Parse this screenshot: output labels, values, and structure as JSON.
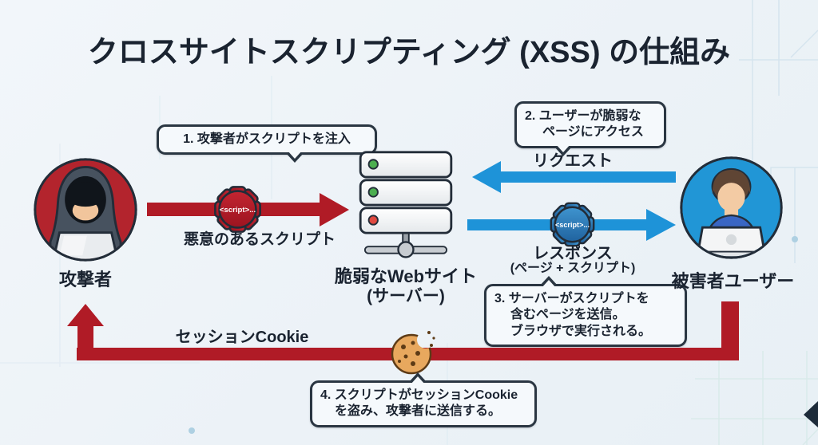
{
  "title": "クロスサイトスクリプティング (XSS) の仕組み",
  "steps": {
    "step1": "1. 攻撃者がスクリプトを注入",
    "step2_line1": "2. ユーザーが脆弱な",
    "step2_line2": "ページにアクセス",
    "step3_line1": "3. サーバーがスクリプトを",
    "step3_line2": "含むページを送信。",
    "step3_line3": "ブラウザで実行される。",
    "step4_line1": "4. スクリプトがセッションCookie",
    "step4_line2": "を盗み、攻撃者に送信する。"
  },
  "actors": {
    "attacker_label": "攻撃者",
    "server_label_line1": "脆弱なWebサイト",
    "server_label_line2": "(サーバー)",
    "victim_label": "被害者ユーザー"
  },
  "flows": {
    "malicious_script_label": "悪意のあるスクリプト",
    "request_label": "リクエスト",
    "response_label_line1": "レスポンス",
    "response_label_line2": "(ページ + スクリプト)",
    "session_cookie_label": "セッションCookie",
    "script_snippet": "<script>..."
  },
  "colors": {
    "attack_red": "#b01b26",
    "flow_blue": "#1e93d8",
    "outline_dark": "#232d39",
    "attacker_circle": "#b3242d",
    "victim_circle": "#2196d6",
    "led_green": "#4caf50",
    "led_red": "#e04940",
    "cookie_tan": "#e8a85e"
  }
}
